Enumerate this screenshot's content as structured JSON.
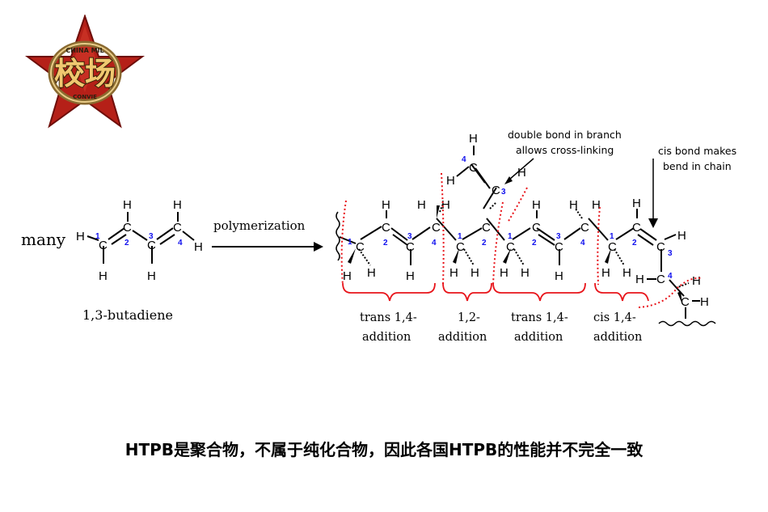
{
  "logo": {
    "top_text": "CHINA MIL",
    "main_text": "校场",
    "bottom_text": "CONVIE"
  },
  "reactant": {
    "prefix": "many",
    "name": "1,3-butadiene",
    "arrow_label": "polymerization"
  },
  "atoms": {
    "h": "H",
    "c": "C"
  },
  "numbers": {
    "n1": "1",
    "n2": "2",
    "n3": "3",
    "n4": "4"
  },
  "annotations": {
    "branch_line1": "double bond in branch",
    "branch_line2": "allows cross-linking",
    "cis_line1": "cis bond makes",
    "cis_line2": "bend in chain"
  },
  "segments": [
    {
      "line1": "trans 1,4-",
      "line2": "addition"
    },
    {
      "line1": "1,2-",
      "line2": "addition"
    },
    {
      "line1": "trans 1,4-",
      "line2": "addition"
    },
    {
      "line1": "cis 1,4-",
      "line2": "addition"
    }
  ],
  "colors": {
    "accent_red": "#e8141a",
    "number_blue": "#1010ee",
    "star_red": "#b52018",
    "logo_gold": "#d8a84a"
  },
  "caption": "HTPB是聚合物，不属于纯化合物，因此各国HTPB的性能并不完全一致"
}
